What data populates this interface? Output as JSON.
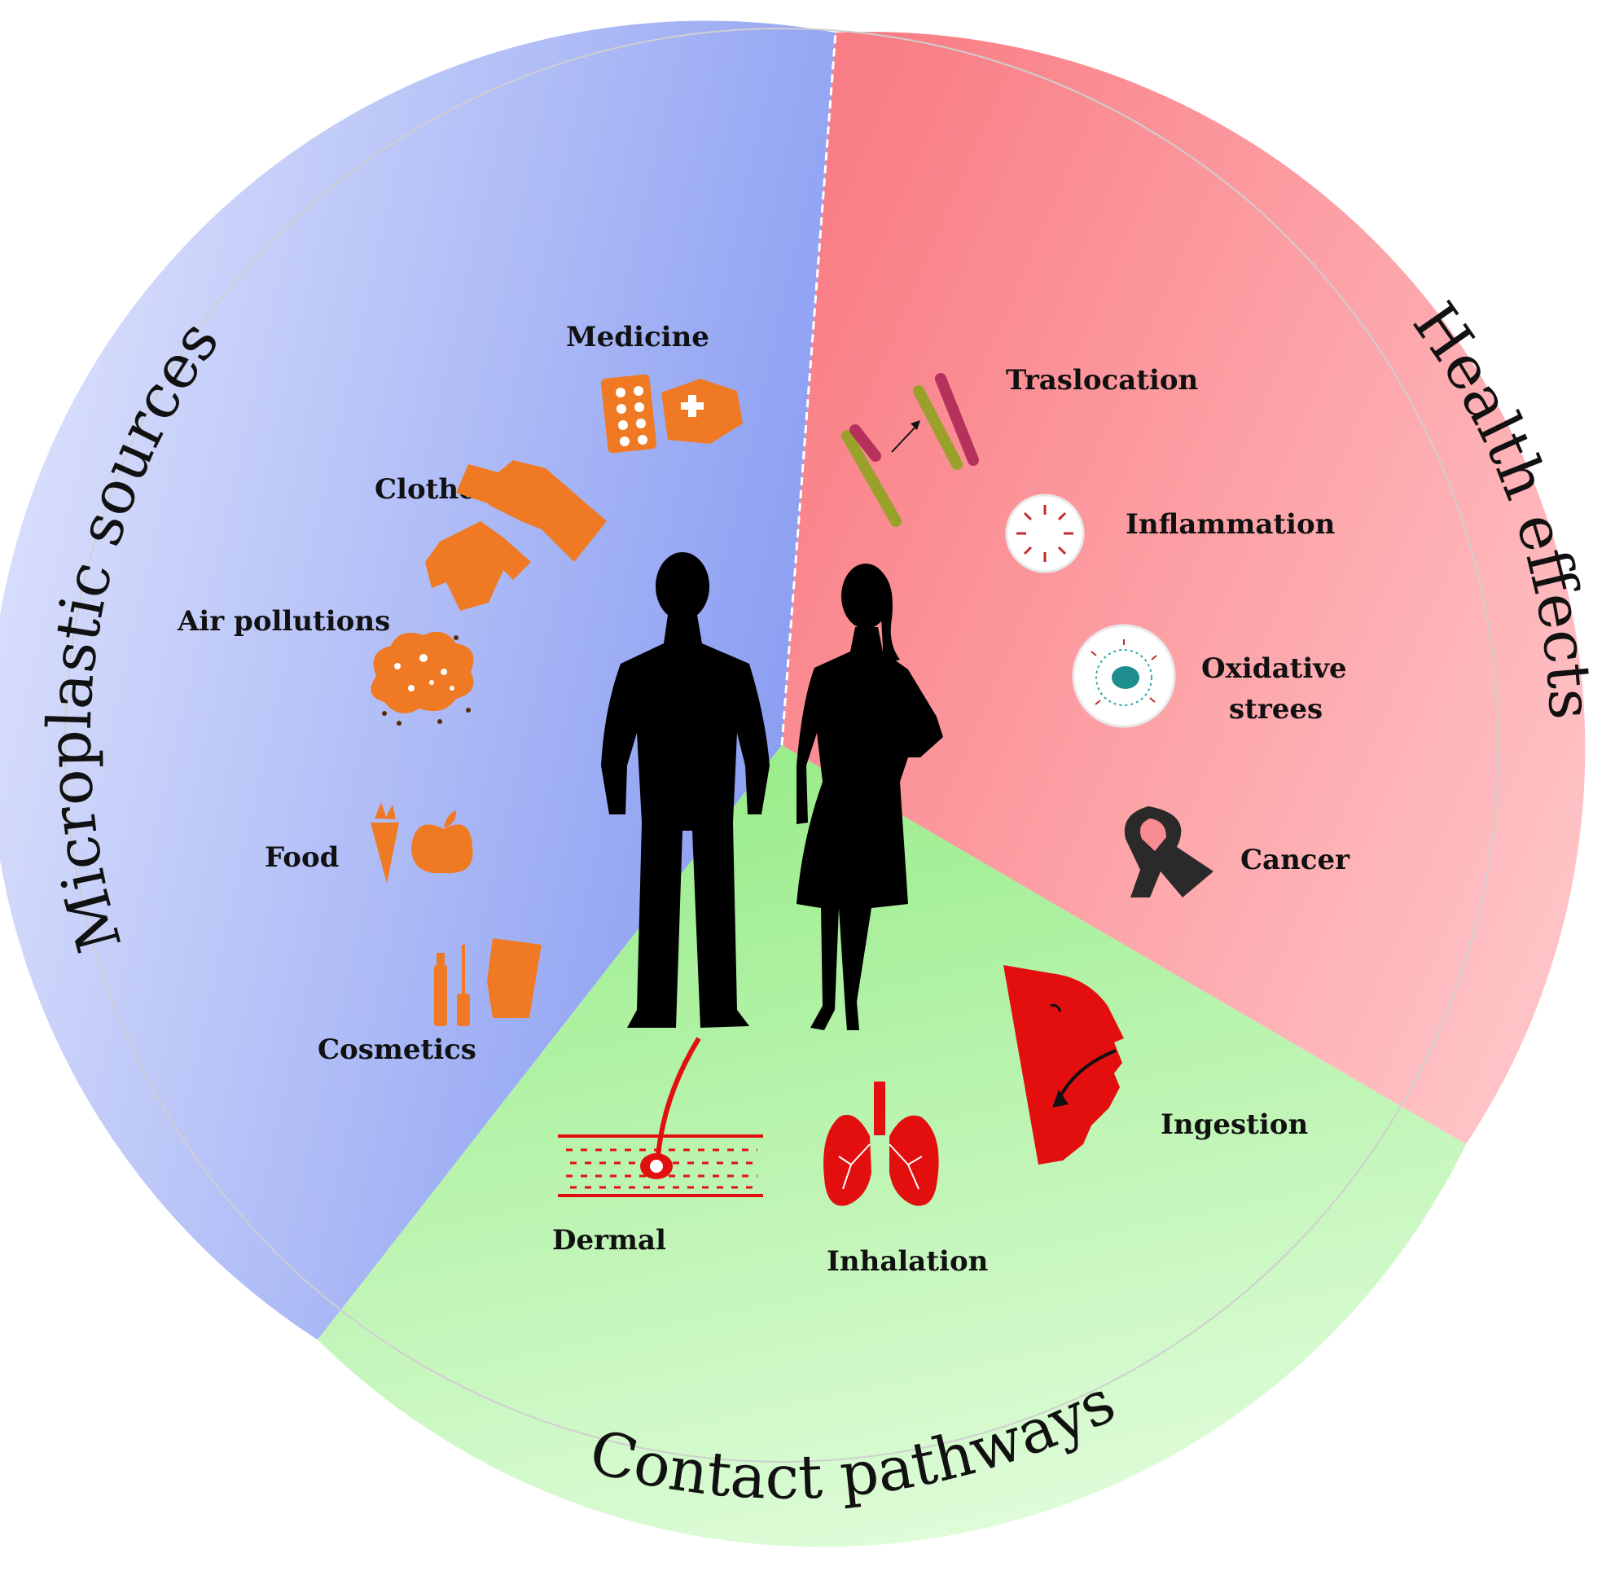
{
  "sections": {
    "sources": {
      "title": "Microplastic sources",
      "color_light": "#d9defb",
      "color_dark": "#8fa2f2"
    },
    "health": {
      "title": "Health effects",
      "color_light": "#ffc1c4",
      "color_dark": "#f98086"
    },
    "contact": {
      "title": "Contact pathways",
      "color_light": "#d8fbd2",
      "color_dark": "#9bee8c"
    }
  },
  "sources_items": {
    "medicine": "Medicine",
    "clothes": "Clothes",
    "air": "Air pollutions",
    "food": "Food",
    "cosmetics": "Cosmetics"
  },
  "health_items": {
    "traslocation": "Traslocation",
    "inflammation": "Inflammation",
    "oxidative_1": "Oxidative",
    "oxidative_2": "strees",
    "cancer": "Cancer"
  },
  "contact_items": {
    "dermal": "Dermal",
    "inhalation": "Inhalation",
    "ingestion": "Ingestion"
  },
  "colors": {
    "icon_orange": "#f07a24",
    "icon_red": "#e30f0f",
    "silhouette": "#000000"
  }
}
